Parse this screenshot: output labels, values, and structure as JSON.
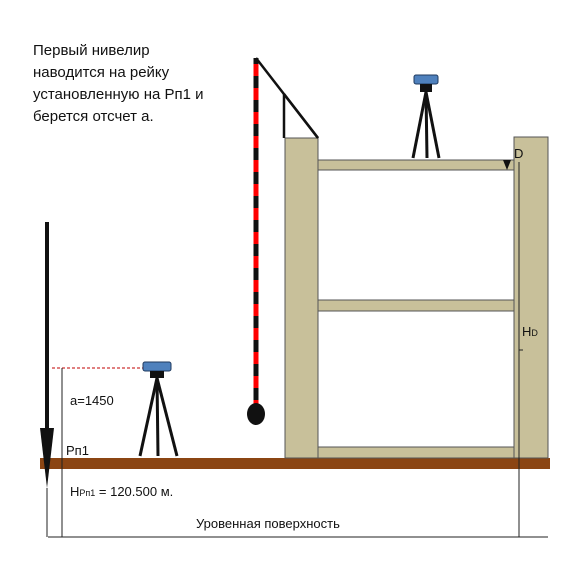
{
  "caption": {
    "lines": [
      "Первый нивелир",
      "наводится на рейку",
      "установленную на Рп1 и",
      "берется отсчет а."
    ]
  },
  "labels": {
    "reading": "а=1450",
    "benchmark": "Рп1",
    "benchmark_height_prefix": "Н",
    "benchmark_height_sub": "Рп1",
    "benchmark_height_value": " = 120.500 м.",
    "point_d": "D",
    "height_d_prefix": "Н",
    "height_d_sub": "D",
    "level_surface": "Уровенная поверхность"
  },
  "colors": {
    "ground": "#8B4513",
    "wall": "#C8C09A",
    "instrument": "#4F81BD",
    "rod_red": "#FF0000",
    "sight_line": "#C00000"
  }
}
